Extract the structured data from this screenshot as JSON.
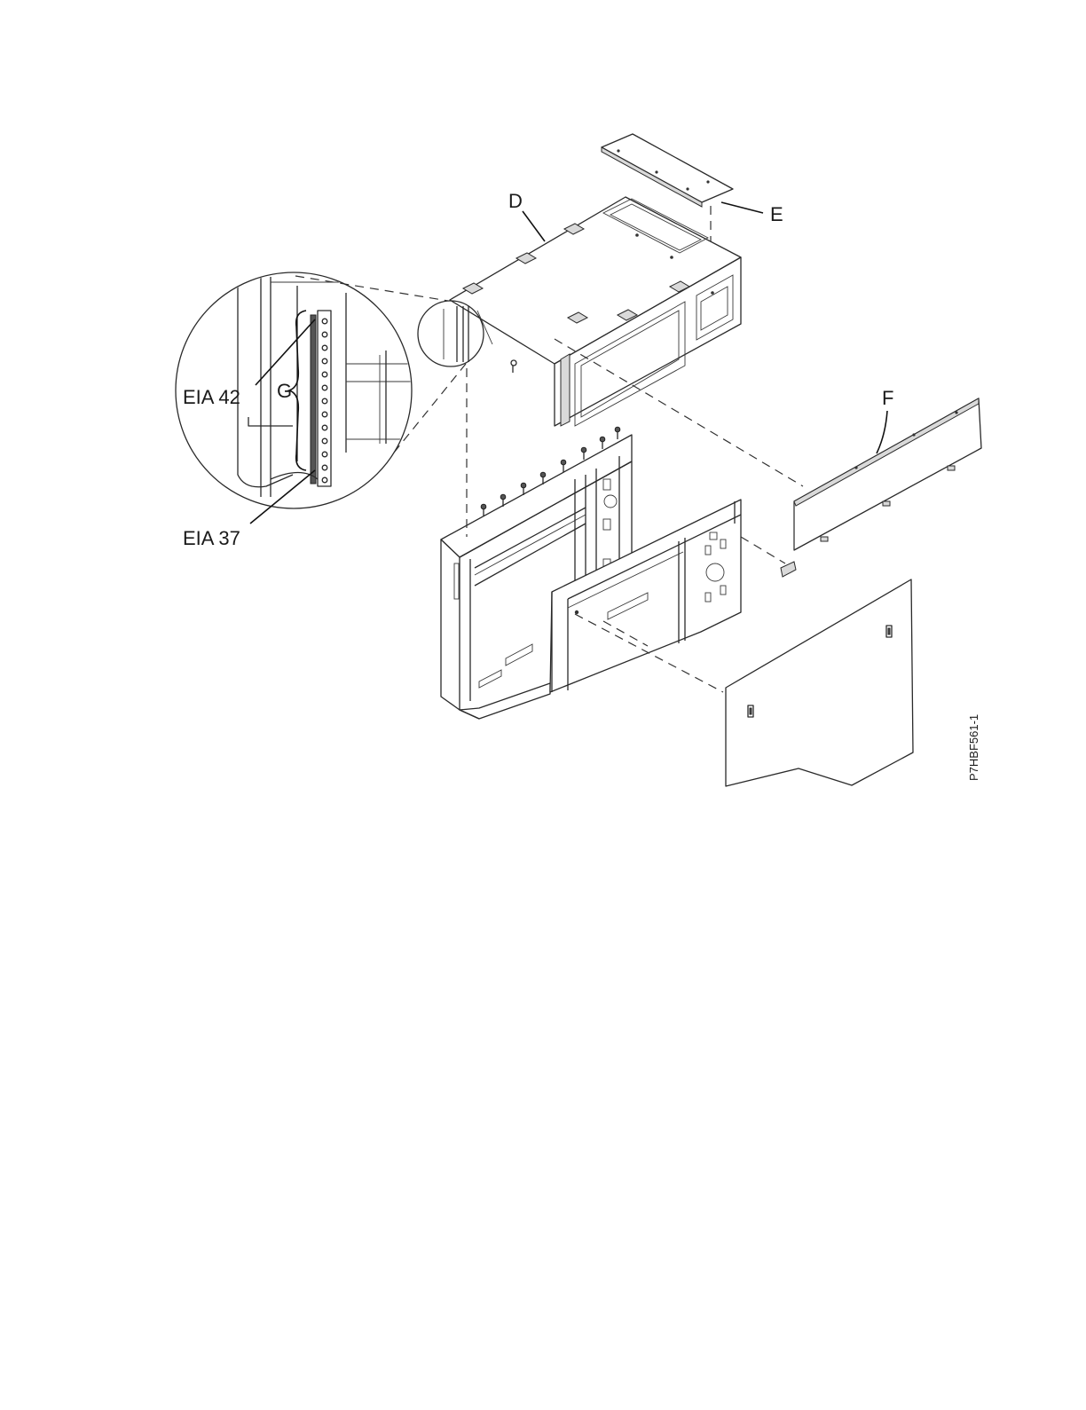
{
  "figure_id": "P7HBF561-1",
  "callouts": {
    "D": "D",
    "E": "E",
    "F": "F",
    "G": "G",
    "eia_top": "EIA 42",
    "eia_bottom": "EIA 37"
  },
  "icons": {
    "detail_magnifier": "circle-detail-icon"
  }
}
